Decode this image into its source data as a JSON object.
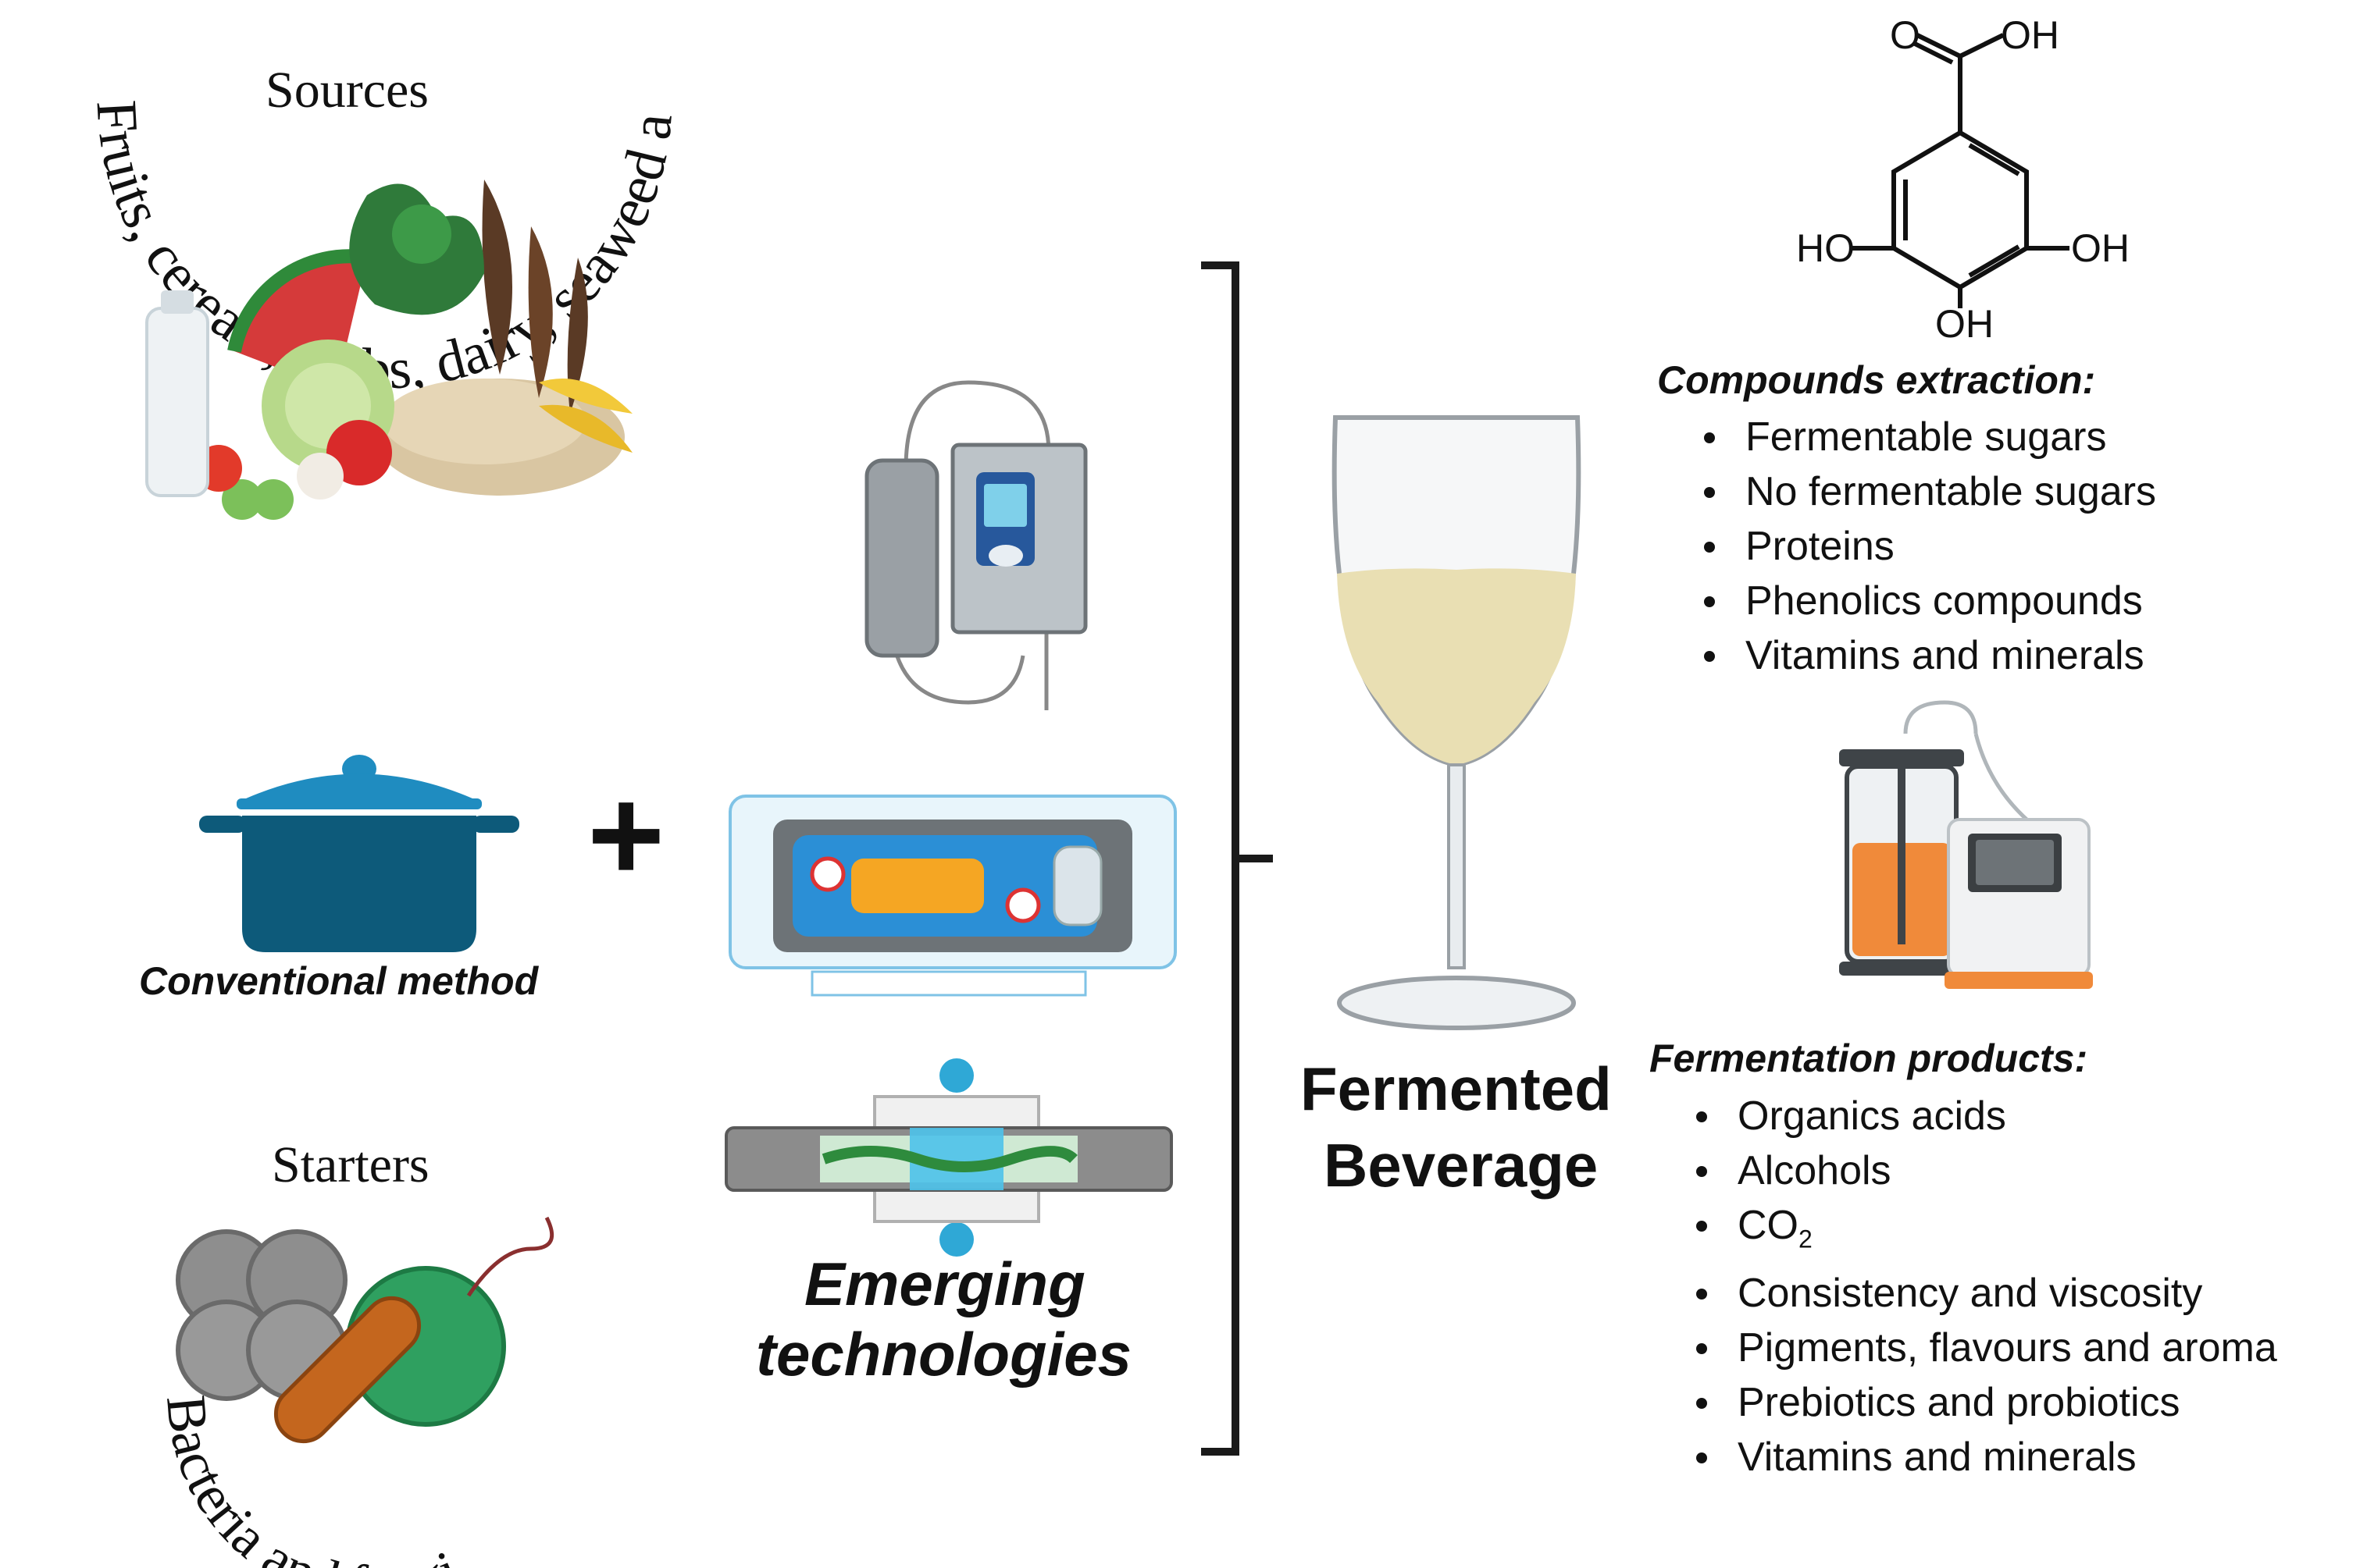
{
  "sources": {
    "title": "Sources",
    "arc_text": "Fruits, cereals, herbs, dairy, seaweed and waste product"
  },
  "conventional": {
    "label": "Conventional method"
  },
  "plus_symbol": "+",
  "starters": {
    "title": "Starters",
    "arc_text": "Bacteria and fungi"
  },
  "emerging": {
    "label_line1": "Emerging",
    "label_line2": "technologies"
  },
  "beverage": {
    "line1": "Fermented",
    "line2": "Beverage"
  },
  "molecule": {
    "oh_top": "OH",
    "o_top": "O",
    "ho_left": "HO",
    "oh_right": "OH",
    "oh_bottom": "OH"
  },
  "compounds": {
    "heading": "Compounds extraction:",
    "items": [
      "Fermentable sugars",
      "No fermentable sugars",
      "Proteins",
      "Phenolics compounds",
      "Vitamins and minerals"
    ]
  },
  "fermentation": {
    "heading": "Fermentation products:",
    "items": [
      "Organics acids",
      "Alcohols",
      "CO",
      "Consistency and viscosity",
      "Pigments, flavours and aroma",
      "Prebiotics and probiotics",
      "Vitamins and minerals"
    ],
    "co2_subscript": "2"
  },
  "colors": {
    "pot": "#0d5a7a",
    "pot_handle": "#1f8cc0",
    "wine": "#e9dfb3",
    "reactor_liquid": "#f08a3a",
    "bracket": "#1a1a1a"
  }
}
